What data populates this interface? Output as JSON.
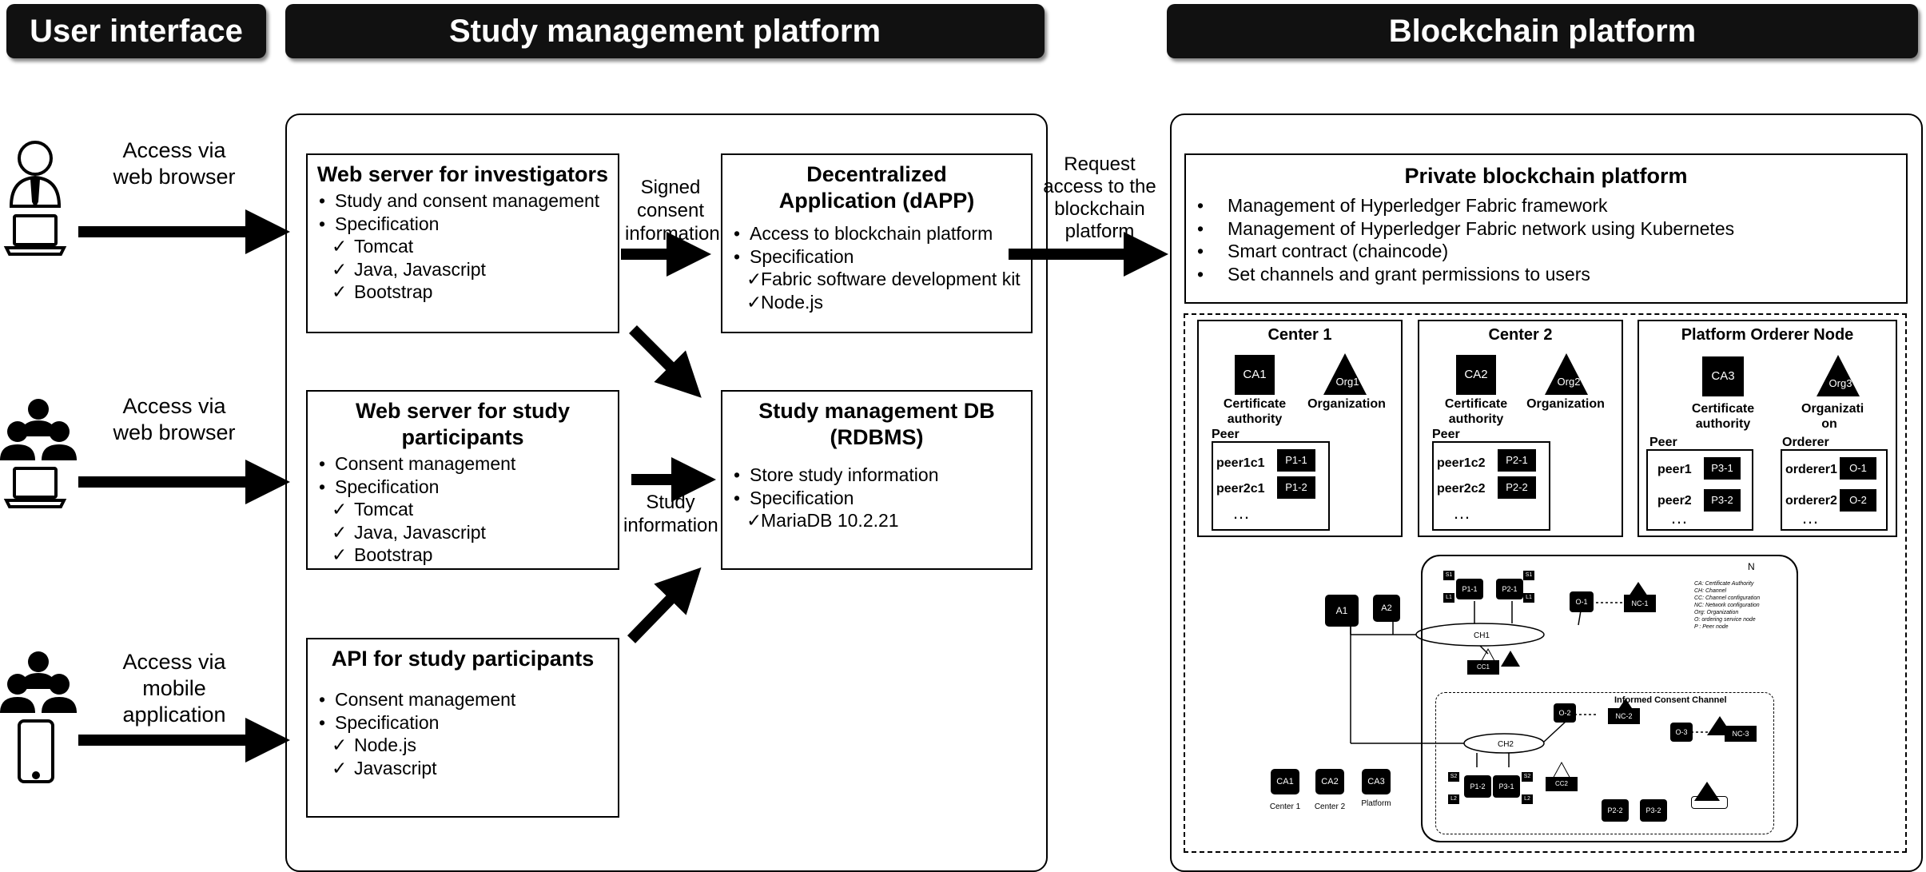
{
  "headers": {
    "user_interface": "User interface",
    "study_mgmt": "Study management platform",
    "blockchain": "Blockchain platform"
  },
  "user_access": [
    {
      "label": "Access via web browser"
    },
    {
      "label": "Access via web browser"
    },
    {
      "label": "Access via mobile application"
    }
  ],
  "web_investigators": {
    "title": "Web server for investigators",
    "items": [
      "Study and consent management",
      "Specification"
    ],
    "checks": [
      "Tomcat",
      "Java, Javascript",
      "Bootstrap"
    ]
  },
  "web_participants": {
    "title": "Web server for study participants",
    "items": [
      "Consent management",
      "Specification"
    ],
    "checks": [
      "Tomcat",
      "Java, Javascript",
      "Bootstrap"
    ]
  },
  "api_participants": {
    "title": "API for study participants",
    "items": [
      "Consent management",
      "Specification"
    ],
    "checks": [
      "Node.js",
      "Javascript"
    ]
  },
  "dapp": {
    "title": "Decentralized Application (dAPP)",
    "items": [
      "Access to blockchain platform",
      "Specification"
    ],
    "checks": [
      "Fabric software development kit",
      "Node.js"
    ]
  },
  "study_db": {
    "title": "Study management DB (RDBMS)",
    "items": [
      "Store study information",
      "Specification"
    ],
    "checks": [
      "MariaDB 10.2.21"
    ]
  },
  "edge_labels": {
    "signed": "Signed consent information",
    "study_info": "Study information",
    "request": "Request access to the blockchain platform"
  },
  "private_bc": {
    "title": "Private blockchain platform",
    "items": [
      "Management of Hyperledger Fabric framework",
      "Management of Hyperledger Fabric network using Kubernetes",
      "Smart contract (chaincode)",
      "Set channels and grant permissions to users"
    ]
  },
  "centers": [
    {
      "title": "Center 1",
      "ca": "CA1",
      "org": "Org1",
      "ca_label": "Certificate authority",
      "org_label": "Organization",
      "group": "Peer",
      "rows": [
        [
          "peer1c1",
          "P1-1"
        ],
        [
          "peer2c1",
          "P1-2"
        ]
      ],
      "more": "…"
    },
    {
      "title": "Center 2",
      "ca": "CA2",
      "org": "Org2",
      "ca_label": "Certificate authority",
      "org_label": "Organization",
      "group": "Peer",
      "rows": [
        [
          "peer1c2",
          "P2-1"
        ],
        [
          "peer2c2",
          "P2-2"
        ]
      ],
      "more": "…"
    }
  ],
  "orderer_node": {
    "title": "Platform Orderer Node",
    "ca": "CA3",
    "org": "Org3",
    "ca_label": "Certificate authority",
    "org_label": "Organizati on",
    "peer_group": "Peer",
    "peer_rows": [
      [
        "peer1",
        "P3-1"
      ],
      [
        "peer2",
        "P3-2"
      ]
    ],
    "peer_more": "…",
    "ord_group": "Orderer",
    "ord_rows": [
      [
        "orderer1",
        "O-1"
      ],
      [
        "orderer2",
        "O-2"
      ]
    ],
    "ord_more": "…"
  },
  "network": {
    "n": "N",
    "legend": [
      "CA: Certificate Authority",
      "CH: Channel",
      "CC: Channel configuration",
      "NC: Network configuration",
      "Org: Organization",
      "O: ordering service node",
      "P : Peer node"
    ],
    "a1": "A1",
    "a2": "A2",
    "ch1": "CH1",
    "ch2": "CH2",
    "cc1": "CC1",
    "cc2": "CC2",
    "o1": "O-1",
    "o2": "O-2",
    "o3": "O-3",
    "nc1": "NC-1",
    "nc2": "NC-2",
    "nc3": "NC-3",
    "p11": "P1-1",
    "p21": "P2-1",
    "p12": "P1-2",
    "p31": "P3-1",
    "p22": "P2-2",
    "p32": "P3-2",
    "s1": "S1",
    "l1": "L1",
    "s2": "S2",
    "l2": "L2",
    "org1": "Org1",
    "org2": "Org2",
    "org3": "Org3",
    "icc": "Informed Consent Channel",
    "ca_legend": [
      {
        "ca": "CA1",
        "label": "Center 1"
      },
      {
        "ca": "CA2",
        "label": "Center 2"
      },
      {
        "ca": "CA3",
        "label": "Platform"
      }
    ]
  }
}
